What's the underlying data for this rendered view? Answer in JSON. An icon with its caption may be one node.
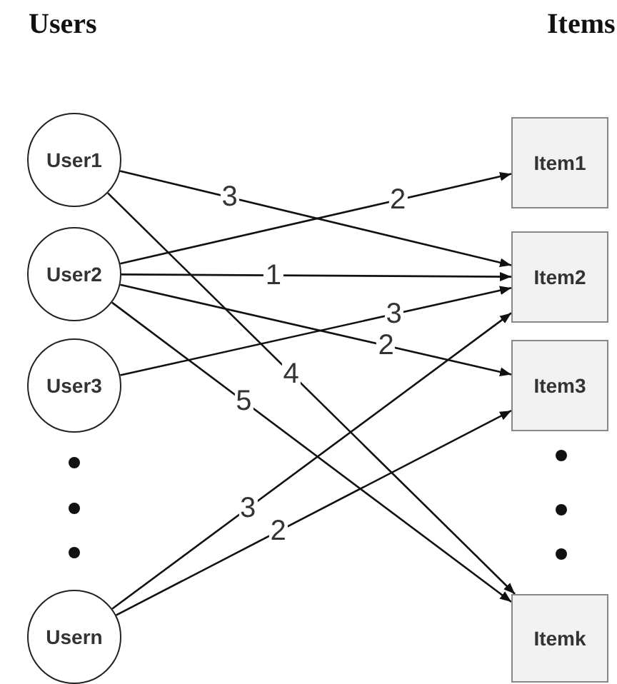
{
  "diagram": {
    "nodes": [
      {
        "text": [
          "User1"
        ]
      },
      {
        "text": [
          "User2"
        ]
      },
      {
        "text": [
          "User3"
        ]
      },
      {
        "text": [
          "Usern"
        ]
      },
      {
        "text": [
          "Item1"
        ]
      },
      {
        "text": [
          "Item2"
        ]
      },
      {
        "text": [
          "Item3"
        ]
      },
      {
        "text": [
          "Itemk"
        ]
      }
    ],
    "edges": [
      {
        "from": 0,
        "to": 5,
        "arrow": "to",
        "label": "3"
      },
      {
        "from": 0,
        "to": 7,
        "arrow": "to",
        "label": "4"
      },
      {
        "from": 1,
        "to": 4,
        "arrow": "to",
        "label": "2"
      },
      {
        "from": 1,
        "to": 5,
        "arrow": "to",
        "label": "1"
      },
      {
        "from": 1,
        "to": 6,
        "arrow": "to",
        "label": "2"
      },
      {
        "from": 1,
        "to": 7,
        "arrow": "to",
        "label": "5"
      },
      {
        "from": 2,
        "to": 5,
        "arrow": "to",
        "label": "3"
      },
      {
        "from": 3,
        "to": 5,
        "arrow": "to",
        "label": "3"
      },
      {
        "from": 3,
        "to": 6,
        "arrow": "to",
        "label": "2"
      }
    ],
    "labels": [
      "Users",
      "Items"
    ]
  }
}
